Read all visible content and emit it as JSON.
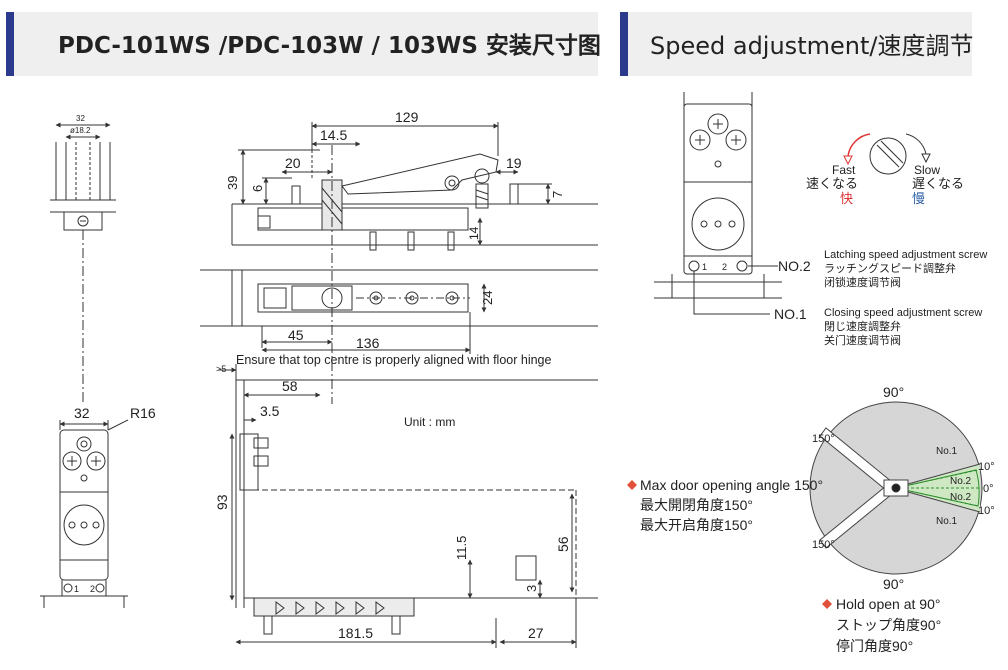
{
  "headers": {
    "left_title": "PDC-101WS /PDC-103W / 103WS 安装尺寸图",
    "right_title": "Speed adjustment/速度調节"
  },
  "dims": {
    "d32_small": "32",
    "d18_2": "ø18.2",
    "d129": "129",
    "d14_5": "14.5",
    "d39": "39",
    "d6": "6",
    "d20": "20",
    "d19": "19",
    "d7": "7",
    "d14": "14",
    "d24": "24",
    "d45": "45",
    "d136": "136",
    "d5": ">5",
    "d58": "58",
    "d3_5": "3.5",
    "d93": "93",
    "d11_5": "11.5",
    "d3": "3",
    "d56": "56",
    "d181_5": "181.5",
    "d27": "27",
    "d32_big": "32",
    "r16": "R16",
    "pos1": "1",
    "pos2": "2"
  },
  "notes": {
    "ensure": "Ensure that top centre is properly aligned with floor hinge",
    "unit": "Unit : mm"
  },
  "speed": {
    "fast": "Fast",
    "fast_jp": "速くなる",
    "fast_cn": "快",
    "slow": "Slow",
    "slow_jp": "遅くなる",
    "slow_cn": "慢",
    "no2_label": "NO.2",
    "no2_en": "Latching speed adjustment screw",
    "no2_jp": "ラッチングスピード調整弁",
    "no2_cn": "闭锁速度调节阀",
    "no1_label": "NO.1",
    "no1_en": "Closing speed adjustment screw",
    "no1_jp": "閉じ速度調整弁",
    "no1_cn": "关门速度调节阀"
  },
  "angle": {
    "top90": "90°",
    "bottom90": "90°",
    "a150_top": "150°",
    "a150_bottom": "150°",
    "no1_top": "No.1",
    "no1_bottom": "No.1",
    "no2_top": "No.2",
    "no2_bottom": "No.2",
    "p10_top": "10°",
    "p0": "0°",
    "p10_bottom": "10°",
    "max_en": "Max door opening angle 150°",
    "max_jp": "最大開閉角度150°",
    "max_cn": "最大开启角度150°",
    "hold_en": "Hold open at 90°",
    "hold_jp": "ストップ角度90°",
    "hold_cn": "停门角度90°"
  },
  "colors": {
    "accent": "#2b3a8c",
    "header_bg": "#efefef",
    "arrow_red": "#d33",
    "cn_slow": "#2b5fa8",
    "bullet": "#e0503a",
    "green_zone": "#cfe8c4",
    "disc": "#d6d6d6"
  }
}
